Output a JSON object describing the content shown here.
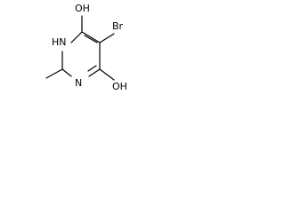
{
  "molecule": {
    "atoms": {
      "oh_top": "OH",
      "br": "Br",
      "nh": "HN",
      "n": "N",
      "oh_bottom": "OH"
    }
  }
}
